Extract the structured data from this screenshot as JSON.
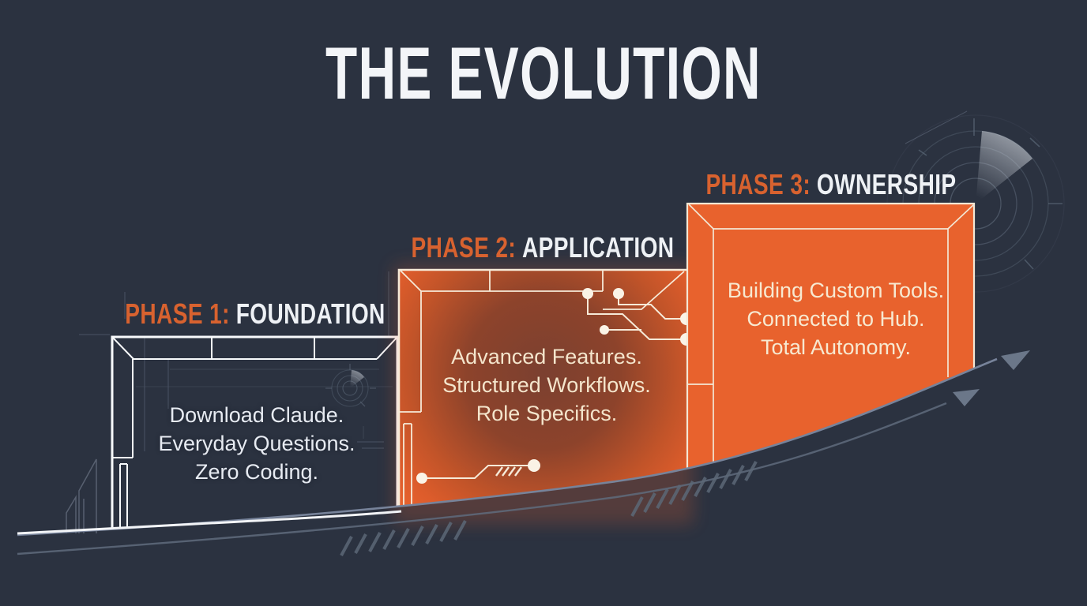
{
  "title": "THE EVOLUTION",
  "phases": [
    {
      "label_prefix": "PHASE 1:",
      "label_name": "FOUNDATION",
      "lines": [
        "Download Claude.",
        "Everyday Questions.",
        "Zero Coding."
      ]
    },
    {
      "label_prefix": "PHASE 2:",
      "label_name": "APPLICATION",
      "lines": [
        "Advanced Features.",
        "Structured Workflows.",
        "Role Specifics."
      ]
    },
    {
      "label_prefix": "PHASE 3:",
      "label_name": "OWNERSHIP",
      "lines": [
        "Building Custom Tools.",
        "Connected to Hub.",
        "Total Autonomy."
      ]
    }
  ],
  "icons": {
    "large_decoration": "radar-icon",
    "small_decoration": "radar-icon",
    "growth": "arrow-icon"
  },
  "colors": {
    "background": "#2b3240",
    "accent_orange": "#e8622d",
    "phase2_core": "#7b4030",
    "cream_line": "#f6ead8",
    "white_line": "#f5f7fa",
    "blueprint_grey": "#6b7789",
    "title_text": "#f3f5f8"
  }
}
